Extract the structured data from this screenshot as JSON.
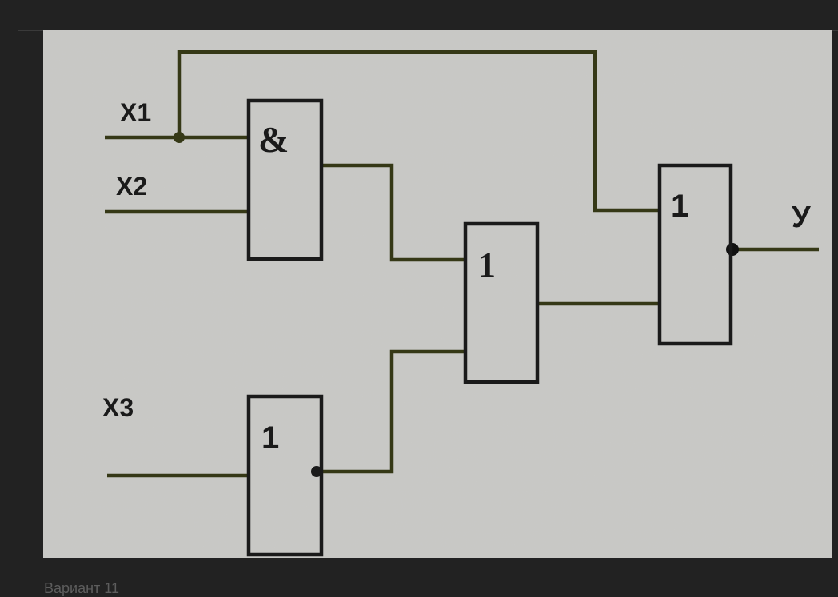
{
  "inputs": {
    "x1": "X1",
    "x2": "X2",
    "x3": "X3"
  },
  "output": {
    "y": "У"
  },
  "gates": {
    "and_gate": "&",
    "inverter": "1",
    "or_gate_middle": "1",
    "or_gate_output": "1"
  },
  "caption": "Вариант 11",
  "colors": {
    "background": "#222222",
    "panel": "#c9c9c6",
    "wire": "#353816",
    "gate_outline": "#1a1a1a",
    "caption": "#5d5d5d"
  }
}
